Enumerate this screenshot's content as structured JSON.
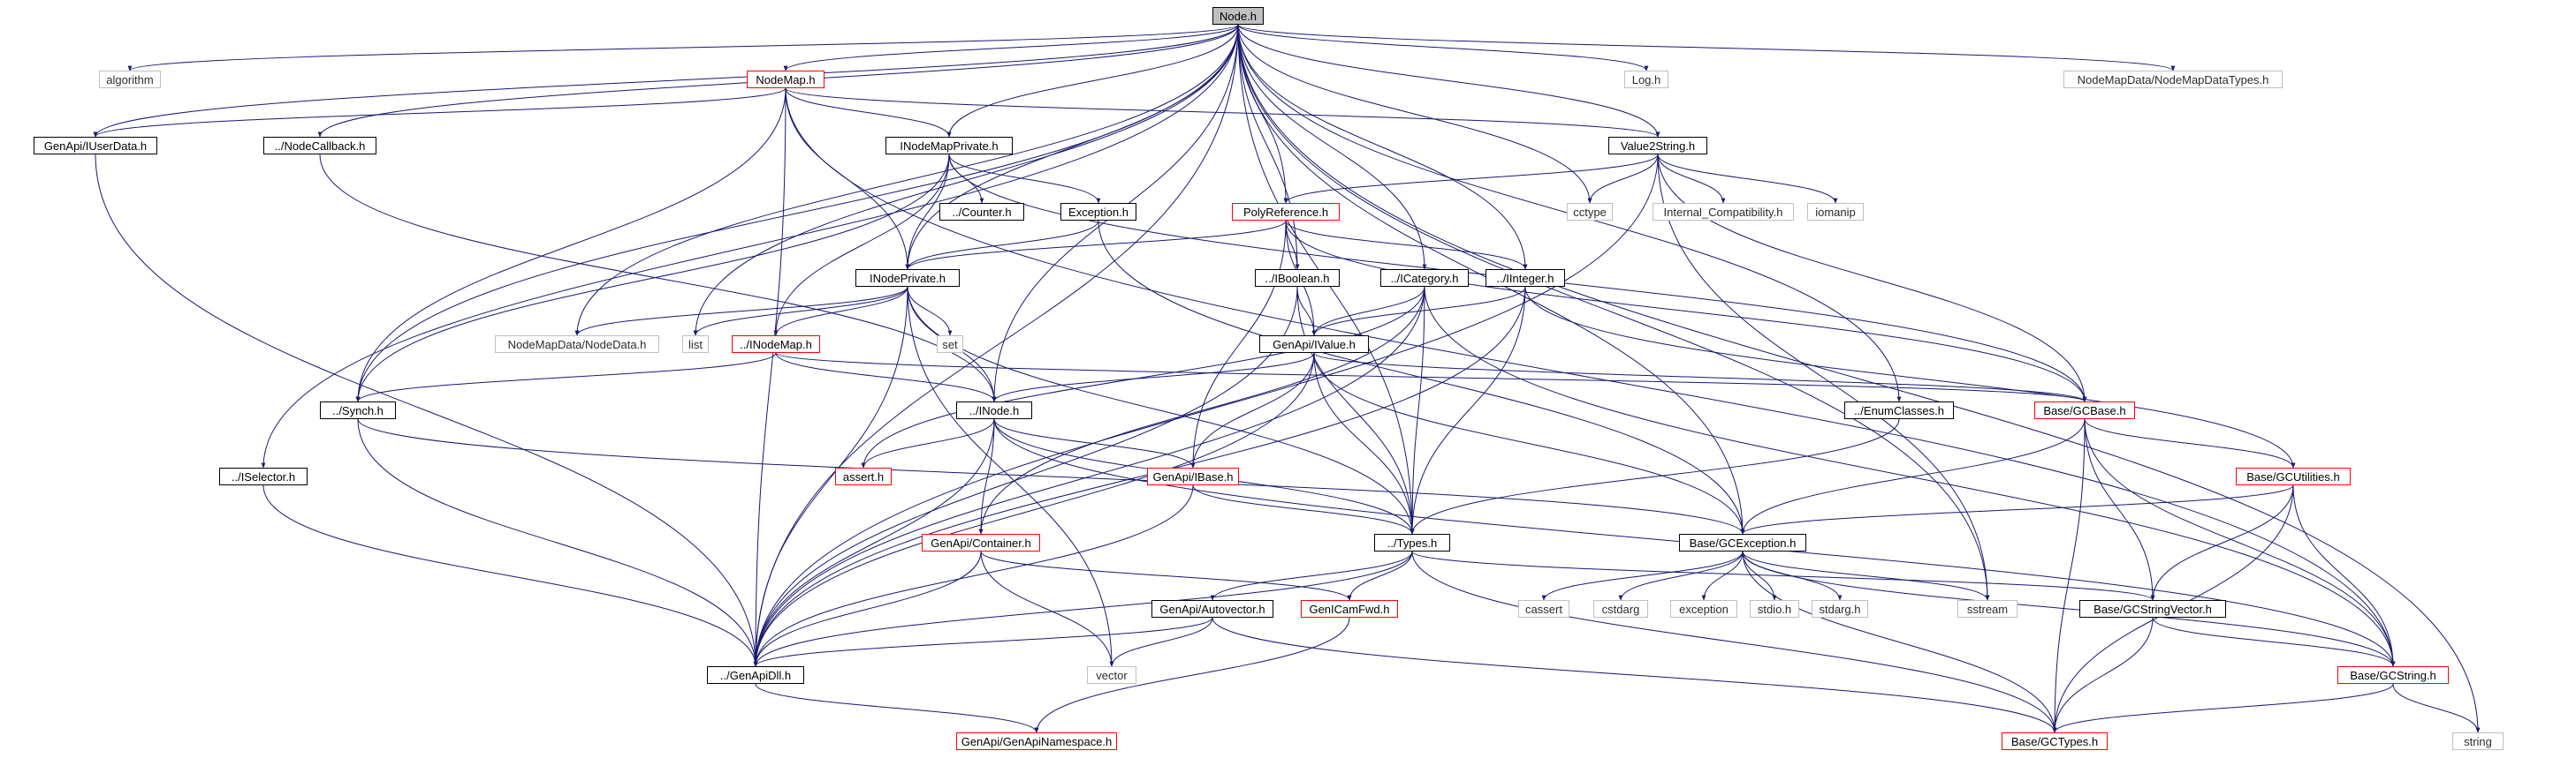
{
  "colors": {
    "black_border": "#000000",
    "red_border": "#ff0000",
    "gray_border": "#bfbfbf",
    "root_fill": "#bfbfbf",
    "edge_stroke": "#191970",
    "edge_arrow": "#191970"
  },
  "graph": {
    "nodes": [
      {
        "id": "node_h",
        "label": "Node.h",
        "kind": "root"
      },
      {
        "id": "algorithm",
        "label": "algorithm",
        "kind": "gray"
      },
      {
        "id": "nodemap_h",
        "label": "NodeMap.h",
        "kind": "red"
      },
      {
        "id": "log_h",
        "label": "Log.h",
        "kind": "gray"
      },
      {
        "id": "nodemapdatatypes",
        "label": "NodeMapData/NodeMapDataTypes.h",
        "kind": "gray"
      },
      {
        "id": "iuserdata",
        "label": "GenApi/IUserData.h",
        "kind": "black"
      },
      {
        "id": "nodecallback",
        "label": "../NodeCallback.h",
        "kind": "black"
      },
      {
        "id": "inodemapprivate",
        "label": "INodeMapPrivate.h",
        "kind": "black"
      },
      {
        "id": "value2string",
        "label": "Value2String.h",
        "kind": "black"
      },
      {
        "id": "counter",
        "label": "../Counter.h",
        "kind": "black"
      },
      {
        "id": "exception_h",
        "label": "Exception.h",
        "kind": "black"
      },
      {
        "id": "polyreference",
        "label": "PolyReference.h",
        "kind": "red"
      },
      {
        "id": "cctype",
        "label": "cctype",
        "kind": "gray"
      },
      {
        "id": "internal_compat",
        "label": "Internal_Compatibility.h",
        "kind": "gray"
      },
      {
        "id": "iomanip",
        "label": "iomanip",
        "kind": "gray"
      },
      {
        "id": "inodeprivate",
        "label": "INodePrivate.h",
        "kind": "black"
      },
      {
        "id": "iboolean",
        "label": "../IBoolean.h",
        "kind": "black"
      },
      {
        "id": "icategory",
        "label": "../ICategory.h",
        "kind": "black"
      },
      {
        "id": "iinteger",
        "label": "../IInteger.h",
        "kind": "black"
      },
      {
        "id": "nodedata",
        "label": "NodeMapData/NodeData.h",
        "kind": "gray"
      },
      {
        "id": "list",
        "label": "list",
        "kind": "gray"
      },
      {
        "id": "inodemap",
        "label": "../INodeMap.h",
        "kind": "red"
      },
      {
        "id": "set",
        "label": "set",
        "kind": "gray"
      },
      {
        "id": "ivalue",
        "label": "GenApi/IValue.h",
        "kind": "black"
      },
      {
        "id": "synch",
        "label": "../Synch.h",
        "kind": "black"
      },
      {
        "id": "inode",
        "label": "../INode.h",
        "kind": "black"
      },
      {
        "id": "enumclasses",
        "label": "../EnumClasses.h",
        "kind": "black"
      },
      {
        "id": "gcbase",
        "label": "Base/GCBase.h",
        "kind": "red"
      },
      {
        "id": "iselector",
        "label": "../ISelector.h",
        "kind": "black"
      },
      {
        "id": "assert_h",
        "label": "assert.h",
        "kind": "red"
      },
      {
        "id": "ibase",
        "label": "GenApi/IBase.h",
        "kind": "red"
      },
      {
        "id": "gcutilities",
        "label": "Base/GCUtilities.h",
        "kind": "red"
      },
      {
        "id": "container",
        "label": "GenApi/Container.h",
        "kind": "red"
      },
      {
        "id": "types_h",
        "label": "../Types.h",
        "kind": "black"
      },
      {
        "id": "gcexception",
        "label": "Base/GCException.h",
        "kind": "black"
      },
      {
        "id": "cassert",
        "label": "cassert",
        "kind": "gray"
      },
      {
        "id": "cstdarg",
        "label": "cstdarg",
        "kind": "gray"
      },
      {
        "id": "exception",
        "label": "exception",
        "kind": "gray"
      },
      {
        "id": "stdio_h",
        "label": "stdio.h",
        "kind": "gray"
      },
      {
        "id": "stdarg_h",
        "label": "stdarg.h",
        "kind": "gray"
      },
      {
        "id": "sstream",
        "label": "sstream",
        "kind": "gray"
      },
      {
        "id": "gcstringvector",
        "label": "Base/GCStringVector.h",
        "kind": "black"
      },
      {
        "id": "autovector",
        "label": "GenApi/Autovector.h",
        "kind": "black"
      },
      {
        "id": "genicamfwd",
        "label": "GenICamFwd.h",
        "kind": "red"
      },
      {
        "id": "vector",
        "label": "vector",
        "kind": "gray"
      },
      {
        "id": "genapidll",
        "label": "../GenApiDll.h",
        "kind": "black"
      },
      {
        "id": "gcstring",
        "label": "Base/GCString.h",
        "kind": "red"
      },
      {
        "id": "string",
        "label": "string",
        "kind": "gray"
      },
      {
        "id": "genapinamespace",
        "label": "GenApi/GenApiNamespace.h",
        "kind": "red"
      },
      {
        "id": "gctypes",
        "label": "Base/GCTypes.h",
        "kind": "red"
      }
    ],
    "edges": [
      [
        "node_h",
        "algorithm"
      ],
      [
        "node_h",
        "nodemap_h"
      ],
      [
        "node_h",
        "log_h"
      ],
      [
        "node_h",
        "nodemapdatatypes"
      ],
      [
        "node_h",
        "iuserdata"
      ],
      [
        "node_h",
        "nodecallback"
      ],
      [
        "node_h",
        "inodemapprivate"
      ],
      [
        "node_h",
        "value2string"
      ],
      [
        "node_h",
        "polyreference"
      ],
      [
        "node_h",
        "cctype"
      ],
      [
        "node_h",
        "inodeprivate"
      ],
      [
        "node_h",
        "iboolean"
      ],
      [
        "node_h",
        "icategory"
      ],
      [
        "node_h",
        "iinteger"
      ],
      [
        "node_h",
        "nodedata"
      ],
      [
        "node_h",
        "list"
      ],
      [
        "node_h",
        "synch"
      ],
      [
        "node_h",
        "inode"
      ],
      [
        "node_h",
        "enumclasses"
      ],
      [
        "node_h",
        "iselector"
      ],
      [
        "node_h",
        "gcexception"
      ],
      [
        "node_h",
        "sstream"
      ],
      [
        "node_h",
        "string"
      ],
      [
        "node_h",
        "genapidll"
      ],
      [
        "node_h",
        "types_h"
      ],
      [
        "nodemap_h",
        "iuserdata"
      ],
      [
        "nodemap_h",
        "inodemapprivate"
      ],
      [
        "nodemap_h",
        "value2string"
      ],
      [
        "nodemap_h",
        "inodeprivate"
      ],
      [
        "nodemap_h",
        "synch"
      ],
      [
        "nodemap_h",
        "genapidll"
      ],
      [
        "nodemap_h",
        "gcstring"
      ],
      [
        "nodecallback",
        "inode"
      ],
      [
        "iuserdata",
        "genapidll"
      ],
      [
        "inodemapprivate",
        "counter"
      ],
      [
        "inodemapprivate",
        "exception_h"
      ],
      [
        "inodemapprivate",
        "inodeprivate"
      ],
      [
        "inodemapprivate",
        "inodemap"
      ],
      [
        "inodemapprivate",
        "synch"
      ],
      [
        "inodemapprivate",
        "gcbase"
      ],
      [
        "value2string",
        "cctype"
      ],
      [
        "value2string",
        "internal_compat"
      ],
      [
        "value2string",
        "iomanip"
      ],
      [
        "value2string",
        "polyreference"
      ],
      [
        "value2string",
        "gcbase"
      ],
      [
        "value2string",
        "sstream"
      ],
      [
        "value2string",
        "genapidll"
      ],
      [
        "exception_h",
        "inodeprivate"
      ],
      [
        "exception_h",
        "gcexception"
      ],
      [
        "polyreference",
        "inodeprivate"
      ],
      [
        "polyreference",
        "iboolean"
      ],
      [
        "polyreference",
        "iinteger"
      ],
      [
        "polyreference",
        "ivalue"
      ],
      [
        "polyreference",
        "ibase"
      ],
      [
        "polyreference",
        "gcbase"
      ],
      [
        "inodeprivate",
        "nodedata"
      ],
      [
        "inodeprivate",
        "list"
      ],
      [
        "inodeprivate",
        "inodemap"
      ],
      [
        "inodeprivate",
        "set"
      ],
      [
        "inodeprivate",
        "inode"
      ],
      [
        "inodeprivate",
        "vector"
      ],
      [
        "inodeprivate",
        "genapidll"
      ],
      [
        "inodeprivate",
        "types_h"
      ],
      [
        "iboolean",
        "ivalue"
      ],
      [
        "iboolean",
        "types_h"
      ],
      [
        "iboolean",
        "genapidll"
      ],
      [
        "icategory",
        "ivalue"
      ],
      [
        "icategory",
        "container"
      ],
      [
        "icategory",
        "assert_h"
      ],
      [
        "icategory",
        "genapidll"
      ],
      [
        "icategory",
        "types_h"
      ],
      [
        "icategory",
        "gcstring"
      ],
      [
        "iinteger",
        "ivalue"
      ],
      [
        "iinteger",
        "types_h"
      ],
      [
        "iinteger",
        "genapidll"
      ],
      [
        "iinteger",
        "gcutilities"
      ],
      [
        "ivalue",
        "inode"
      ],
      [
        "ivalue",
        "ibase"
      ],
      [
        "ivalue",
        "types_h"
      ],
      [
        "ivalue",
        "gcexception"
      ],
      [
        "ivalue",
        "genapidll"
      ],
      [
        "ivalue",
        "gcbase"
      ],
      [
        "inodemap",
        "inode"
      ],
      [
        "inodemap",
        "synch"
      ],
      [
        "inodemap",
        "gcbase"
      ],
      [
        "synch",
        "genapidll"
      ],
      [
        "synch",
        "gcexception"
      ],
      [
        "inode",
        "assert_h"
      ],
      [
        "inode",
        "ibase"
      ],
      [
        "inode",
        "container"
      ],
      [
        "inode",
        "types_h"
      ],
      [
        "inode",
        "genapidll"
      ],
      [
        "inode",
        "gcstring"
      ],
      [
        "enumclasses",
        "types_h"
      ],
      [
        "gcbase",
        "gcutilities"
      ],
      [
        "gcbase",
        "gcexception"
      ],
      [
        "gcbase",
        "gcstringvector"
      ],
      [
        "gcbase",
        "gcstring"
      ],
      [
        "gcbase",
        "gctypes"
      ],
      [
        "iselector",
        "genapidll"
      ],
      [
        "ibase",
        "types_h"
      ],
      [
        "ibase",
        "genapidll"
      ],
      [
        "gcutilities",
        "gcexception"
      ],
      [
        "gcutilities",
        "gcstringvector"
      ],
      [
        "gcutilities",
        "gcstring"
      ],
      [
        "gcutilities",
        "gctypes"
      ],
      [
        "container",
        "genapidll"
      ],
      [
        "container",
        "genicamfwd"
      ],
      [
        "container",
        "vector"
      ],
      [
        "types_h",
        "autovector"
      ],
      [
        "types_h",
        "genicamfwd"
      ],
      [
        "types_h",
        "genapidll"
      ],
      [
        "types_h",
        "gcstringvector"
      ],
      [
        "types_h",
        "gctypes"
      ],
      [
        "gcexception",
        "cassert"
      ],
      [
        "gcexception",
        "cstdarg"
      ],
      [
        "gcexception",
        "exception"
      ],
      [
        "gcexception",
        "stdio_h"
      ],
      [
        "gcexception",
        "stdarg_h"
      ],
      [
        "gcexception",
        "sstream"
      ],
      [
        "gcexception",
        "gcstring"
      ],
      [
        "gcexception",
        "gctypes"
      ],
      [
        "gcstringvector",
        "gcstring"
      ],
      [
        "gcstringvector",
        "gctypes"
      ],
      [
        "autovector",
        "genapidll"
      ],
      [
        "autovector",
        "vector"
      ],
      [
        "autovector",
        "gctypes"
      ],
      [
        "genicamfwd",
        "genapinamespace"
      ],
      [
        "genapidll",
        "genapinamespace"
      ],
      [
        "gcstring",
        "string"
      ],
      [
        "gcstring",
        "gctypes"
      ]
    ]
  }
}
